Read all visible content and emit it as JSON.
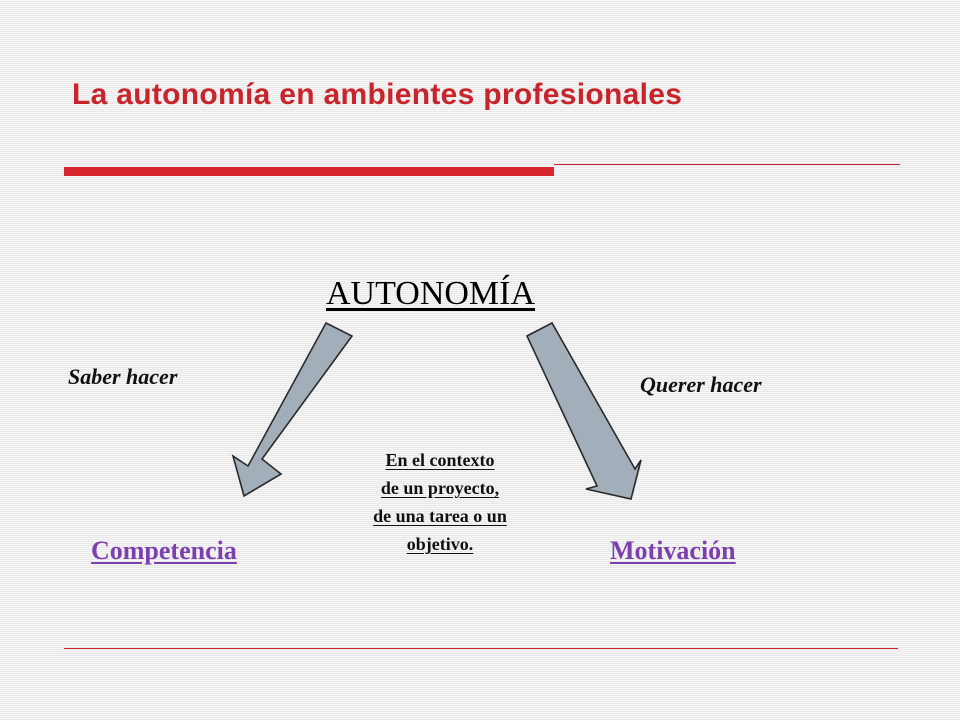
{
  "slide": {
    "title": "La autonomía en ambientes profesionales"
  },
  "diagram": {
    "center": "AUTONOMÍA",
    "left_label": "Saber hacer",
    "right_label": "Querer hacer",
    "context_lines": [
      "En el contexto",
      "de un proyecto,",
      "de una tarea o un",
      "objetivo."
    ],
    "left_node": "Competencia",
    "right_node": "Motivación"
  },
  "colors": {
    "title": "#c8242b",
    "rule": "#d6262e",
    "arrow_fill": "#a3aebb",
    "link": "#7d3fb0"
  }
}
